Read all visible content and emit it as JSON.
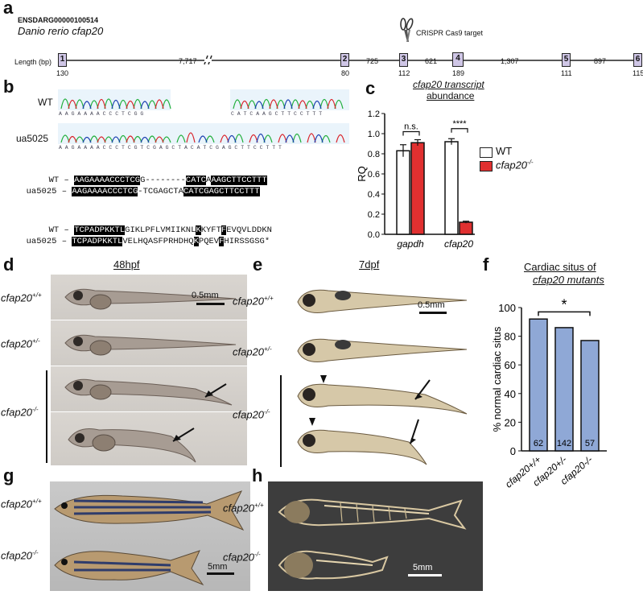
{
  "panels": {
    "a": "a",
    "b": "b",
    "c": "c",
    "d": "d",
    "e": "e",
    "f": "f",
    "g": "g",
    "h": "h"
  },
  "panel_a": {
    "gene_id": "ENSDARG00000100514",
    "gene_name": "Danio rerio cfap20",
    "length_label": "Length (bp)",
    "crispr_label": "CRISPR Cas9 target",
    "exons": [
      {
        "num": "1",
        "length": "130"
      },
      {
        "num": "2",
        "length": "80"
      },
      {
        "num": "3",
        "length": "112"
      },
      {
        "num": "4",
        "length": "189"
      },
      {
        "num": "5",
        "length": "111"
      },
      {
        "num": "6",
        "length": "115"
      }
    ],
    "introns": [
      "7,717",
      "725",
      "621",
      "1,307",
      "897"
    ]
  },
  "panel_b": {
    "wt_label": "WT",
    "mut_label": "ua5025",
    "wt_chrom_seq_left": "A A G A A A A C C C T C G G",
    "wt_chrom_seq_right": "C A T C A A G C T T C C T T T",
    "mut_chrom_seq": "A A G A A A A C C C T C G T C G A G C T A C A T C G A G C T T C C T T T",
    "dna": {
      "wt_label": "WT –",
      "mut_label": "ua5025 –",
      "wt_a": "AAGAAAACCCTCG",
      "wt_b": "G--------",
      "wt_c": "CATC",
      "wt_d": "AAGCTTCCTTT",
      "mut_a": "AAGAAAACCCTCG",
      "mut_b": "-TCGAGCTA",
      "mut_c": "CATC",
      "mut_d": "GAGCTTCCTTT"
    },
    "protein": {
      "wt_label": "WT –",
      "mut_label": "ua5025 –",
      "wt_a": "TCPADPKKTL",
      "wt_b": "GIKLPFLVMIIKNL",
      "wt_c": "K",
      "wt_d": "KYFT",
      "wt_e": "F",
      "wt_f": "EVQVLDDKN",
      "mut_a": "TCPADPKKTL",
      "mut_b": "VELHQASFPRHDHQ",
      "mut_c": "K",
      "mut_d": "PQEV",
      "mut_e": "F",
      "mut_f": "HIRSSGSG*"
    }
  },
  "panel_c": {
    "title_line1": "cfap20 transcript",
    "title_line2": "abundance",
    "legend_wt": "WT",
    "legend_mut": "cfap20",
    "legend_mut_sup": "-/-",
    "colors": {
      "wt": "#ffffff",
      "mut": "#e03030"
    }
  },
  "panel_d": {
    "title": "48hpf",
    "scale": "0.5mm",
    "rows": [
      {
        "geno": "cfap20",
        "sup": "+/+"
      },
      {
        "geno": "cfap20",
        "sup": "+/-"
      },
      {
        "geno": "cfap20",
        "sup": "-/-"
      }
    ]
  },
  "panel_e": {
    "title": "7dpf",
    "scale": "0.5mm",
    "rows": [
      {
        "geno": "cfap20",
        "sup": "+/+"
      },
      {
        "geno": "cfap20",
        "sup": "+/-"
      },
      {
        "geno": "cfap20",
        "sup": "-/-"
      }
    ]
  },
  "panel_f": {
    "title_line1": "Cardiac situs of",
    "title_line2": "cfap20 mutants",
    "sig": "*"
  },
  "panel_g": {
    "scale": "5mm",
    "rows": [
      {
        "geno": "cfap20",
        "sup": "+/+"
      },
      {
        "geno": "cfap20",
        "sup": "-/-"
      }
    ]
  },
  "panel_h": {
    "scale": "5mm",
    "rows": [
      {
        "geno": "cfap20",
        "sup": "+/+"
      },
      {
        "geno": "cfap20",
        "sup": "-/-"
      }
    ]
  },
  "chart_data": [
    {
      "type": "bar",
      "panel": "c",
      "title": "cfap20 transcript abundance",
      "xlabel": "",
      "ylabel": "RQ",
      "ylim": [
        0,
        1.2
      ],
      "yticks": [
        "0.0",
        "0.2",
        "0.4",
        "0.6",
        "0.8",
        "1.0",
        "1.2"
      ],
      "categories": [
        "gapdh",
        "cfap20"
      ],
      "series": [
        {
          "name": "WT",
          "values": [
            0.83,
            0.92
          ],
          "errors": [
            0.06,
            0.03
          ]
        },
        {
          "name": "cfap20-/-",
          "values": [
            0.91,
            0.12
          ],
          "errors": [
            0.03,
            0.01
          ]
        }
      ],
      "annotations": [
        "n.s.",
        "****"
      ]
    },
    {
      "type": "bar",
      "panel": "f",
      "title": "Cardiac situs of cfap20 mutants",
      "xlabel": "",
      "ylabel": "% normal cardiac situs",
      "ylim": [
        0,
        100
      ],
      "yticks": [
        "0",
        "20",
        "40",
        "60",
        "80",
        "100"
      ],
      "categories": [
        "cfap20+/+",
        "cfap20+/-",
        "cfap20-/-"
      ],
      "values": [
        92,
        86,
        77
      ],
      "n_labels": [
        "62",
        "142",
        "57"
      ],
      "color": "#8fa8d6"
    }
  ]
}
